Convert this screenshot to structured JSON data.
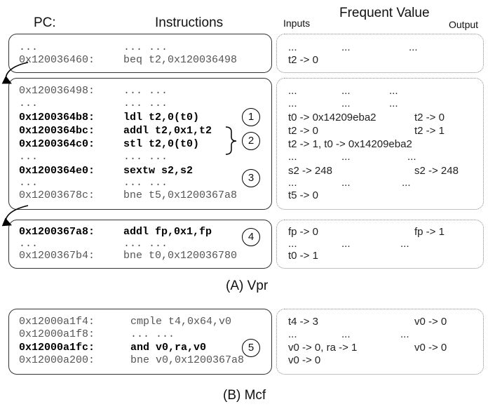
{
  "headers": {
    "pc": "PC:",
    "instructions": "Instructions",
    "frequent_value": "Frequent Value",
    "inputs": "Inputs",
    "output": "Output"
  },
  "vpr": {
    "block1": {
      "rows": [
        {
          "pc": "...         ",
          "instr": "...   ...",
          "bold": false
        },
        {
          "pc": "0x120036460:",
          "instr": "beq t2,0x120036498",
          "bold": false
        }
      ],
      "values": [
        [
          "...",
          "...",
          "..."
        ],
        [
          "t2 -> 0",
          "",
          ""
        ]
      ]
    },
    "block2": {
      "rows": [
        {
          "pc": "0x120036498:",
          "instr": "...   ...",
          "bold": false
        },
        {
          "pc": "...         ",
          "instr": "...   ...",
          "bold": false
        },
        {
          "pc": "0x1200364b8:",
          "instr": "ldl t2,0(t0)",
          "bold": true
        },
        {
          "pc": "0x1200364bc:",
          "instr": "addl t2,0x1,t2",
          "bold": true
        },
        {
          "pc": "0x1200364c0:",
          "instr": "stl t2,0(t0)",
          "bold": true
        },
        {
          "pc": "...         ",
          "instr": "...   ...",
          "bold": false
        },
        {
          "pc": "0x1200364e0:",
          "instr": "sextw s2,s2",
          "bold": true
        },
        {
          "pc": "...         ",
          "instr": "...   ...",
          "bold": false
        },
        {
          "pc": "0x12003678c:",
          "instr": "bne t5,0x1200367a8",
          "bold": false
        }
      ],
      "values": [
        [
          "...",
          "...",
          "..."
        ],
        [
          "...",
          "...",
          "..."
        ],
        [
          "t0 -> 0x14209eba2",
          "",
          "t2 -> 0"
        ],
        [
          "t2 -> 0",
          "",
          "t2 -> 1"
        ],
        [
          "t2 -> 1, t0 -> 0x14209eba2",
          "",
          ""
        ],
        [
          "...",
          "...",
          "..."
        ],
        [
          "s2 -> 248",
          "",
          "s2 -> 248"
        ],
        [
          "...",
          "...",
          "..."
        ],
        [
          "t5 -> 0",
          "",
          ""
        ]
      ]
    },
    "block3": {
      "rows": [
        {
          "pc": "0x1200367a8:",
          "instr": "addl fp,0x1,fp",
          "bold": true
        },
        {
          "pc": "...         ",
          "instr": "...   ...",
          "bold": false
        },
        {
          "pc": "0x1200367b4:",
          "instr": "bne t0,0x120036780",
          "bold": false
        }
      ],
      "values": [
        [
          "fp -> 0",
          "",
          "fp -> 1"
        ],
        [
          "...",
          "...",
          "..."
        ],
        [
          "t0 -> 1",
          "",
          ""
        ]
      ]
    },
    "markers": [
      "1",
      "2",
      "3",
      "4"
    ],
    "caption": "(A) Vpr"
  },
  "mcf": {
    "rows": [
      {
        "pc": "0x12000a1f4:",
        "instr": "cmple t4,0x64,v0",
        "bold": false
      },
      {
        "pc": "0x12000a1f8:",
        "instr": "...   ...",
        "bold": false
      },
      {
        "pc": "0x12000a1fc:",
        "instr": "and v0,ra,v0",
        "bold": true
      },
      {
        "pc": "0x12000a200:",
        "instr": "bne v0,0x1200367a8",
        "bold": false
      }
    ],
    "values": [
      [
        "t4 -> 3",
        "",
        "v0 -> 0"
      ],
      [
        "...",
        "...",
        "..."
      ],
      [
        "v0 -> 0, ra -> 1",
        "",
        "v0 -> 0"
      ],
      [
        "v0 -> 0",
        "",
        ""
      ]
    ],
    "markers": [
      "5"
    ],
    "caption": "(B) Mcf"
  }
}
